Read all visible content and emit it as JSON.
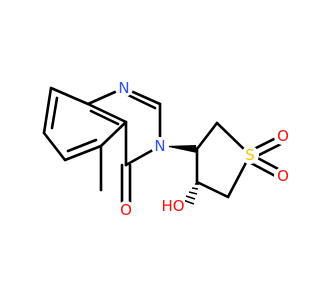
{
  "molecule": {
    "atoms": {
      "n1": {
        "symbol": "N",
        "color": "#3050F8"
      },
      "n3": {
        "symbol": "N",
        "color": "#3050F8"
      },
      "o_carbonyl": {
        "symbol": "O",
        "color": "#FF0D0D"
      },
      "s": {
        "symbol": "S",
        "color": "#FFC000"
      },
      "o_s1": {
        "symbol": "O",
        "color": "#FF0D0D"
      },
      "o_s2": {
        "symbol": "O",
        "color": "#FF0D0D"
      },
      "oh": {
        "symbol": "HO",
        "color": "#FF0D0D"
      }
    },
    "bond_color": "#000000"
  }
}
